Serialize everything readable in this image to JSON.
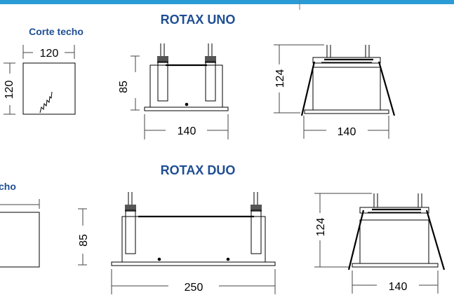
{
  "header_bar_color": "#2b9bd6",
  "title_color": "#1f4e93",
  "uno": {
    "title": "ROTAX UNO",
    "cut_label": "Corte techo",
    "cut_width": "120",
    "cut_height": "120",
    "front_height": "85",
    "front_width": "140",
    "side_height": "124",
    "side_width": "140"
  },
  "duo": {
    "title": "ROTAX DUO",
    "cut_label": "cho",
    "front_height": "85",
    "front_width": "250",
    "side_height": "124",
    "side_width": "140"
  }
}
